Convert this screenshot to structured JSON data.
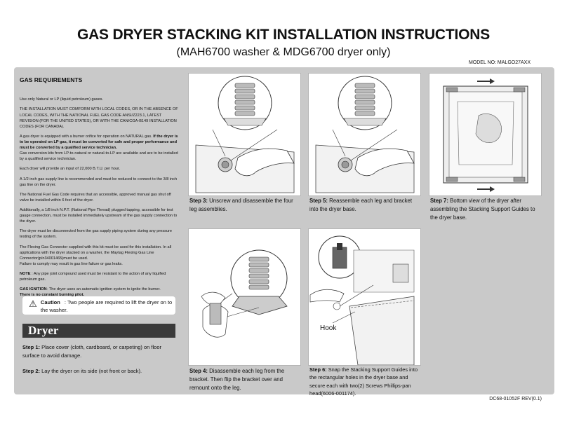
{
  "header": {
    "title": "GAS DRYER STACKING KIT INSTALLATION INSTRUCTIONS",
    "subtitle": "(MAH6700 washer & MDG6700 dryer only)",
    "model": "MODEL NO: MALGO27AXX"
  },
  "requirements": {
    "heading": "GAS REQUIREMENTS",
    "p1": "Use only Natural or LP (liquid petroleum) gases.",
    "p2": "THE INSTALLATION MUST COMFORM WITH LOCAL CODES, OR IN THE ABSENCE OF LOCAL CODES, WITH THE NATIONAL FUEL GAS CODE ANSI/Z223.1, LATEST REVISION (FOR THE UNITED STATES), OR WITH THE CAN/CGA-B149 INSTALLATION CODES (FOR CANADA).",
    "p3a": "A gas dryer is equipped with a burner orifice for operation on NATURAL gas. ",
    "p3b": "If the dryer is to be operated on LP gas, it must be converted for safe and proper performance and must be converted by a qualified service technician.",
    "p3c": "Gas conversion kits from LP-to-natural or natural-to-LP are available and are to be installed by a qualified service technician.",
    "p4": "Each dryer will provide an input of 22,000 B.T.U. per hour.",
    "p5": "A 1/2 inch gas supply line is recommended and must be reduced to connect to the 3/8 inch gas line on the dryer.",
    "p6": "The National Fuel Gas Code requires that an accessible, approved manual gas shut off valve be installed within 6 feet of the dryer.",
    "p7": "Additionally, a 1/8 inch N.P.T. (National Pipe Thread) plugged tapping, accessible for test gauge connection, must be installed immediately upstream of the gas supply connection to the dryer.",
    "p8": "The dryer must be disconnected from the gas supply piping system during any pressure testing of the system.",
    "p9": "The Flexing Gas Connector supplied with this kit must be used for this installation. In all applications with the dryer stacked on a washer, the Maytag Flexing Gas Line Connector(p/n34001465)must be used.",
    "p9b": "Failure to comply may result in gas line failure or gas leaks.",
    "p10_label": "NOTE",
    "p10": " : Any pipe joint compound used must be resistant to the action of any liquified petroleum gas.",
    "p11_label": "GAS IGNITION",
    "p11": "- The dryer uses an automatic ignition system to ignite the burner.",
    "p11b": "There is no constant burning pilot."
  },
  "caution": {
    "label": "Caution",
    "text": " : Two people are required to lift the dryer on to the washer."
  },
  "section": "Dryer",
  "steps": {
    "s1_label": "Step 1:",
    "s1": " Place cover (cloth, cardboard, or carpeting) on floor surface to avoid damage.",
    "s2_label": "Step 2:",
    "s2": " Lay the dryer on its side (not front or back).",
    "s3_label": "Step 3:",
    "s3": " Unscrew and disassemble the four leg assemblies.",
    "s4_label": "Step 4:",
    "s4": " Disassemble each leg from the bracket. Then flip the bracket over and remount onto the leg.",
    "s5_label": "Step 5:",
    "s5": " Reassemble each leg and bracket into the dryer base.",
    "s6_label": "Step 6:",
    "s6": " Snap the Stacking Support Guides into the rectangular holes in the dryer base and secure each with two(2) Screws Phillips-pan head(6006-001174).",
    "s7_label": "Step 7:",
    "s7": " Bottom view of the dryer after assembling the Stacking Support Guides to the dryer base.",
    "hook": "Hook"
  },
  "footer": {
    "doc": "DC68-01052F  REV(0.1)"
  }
}
